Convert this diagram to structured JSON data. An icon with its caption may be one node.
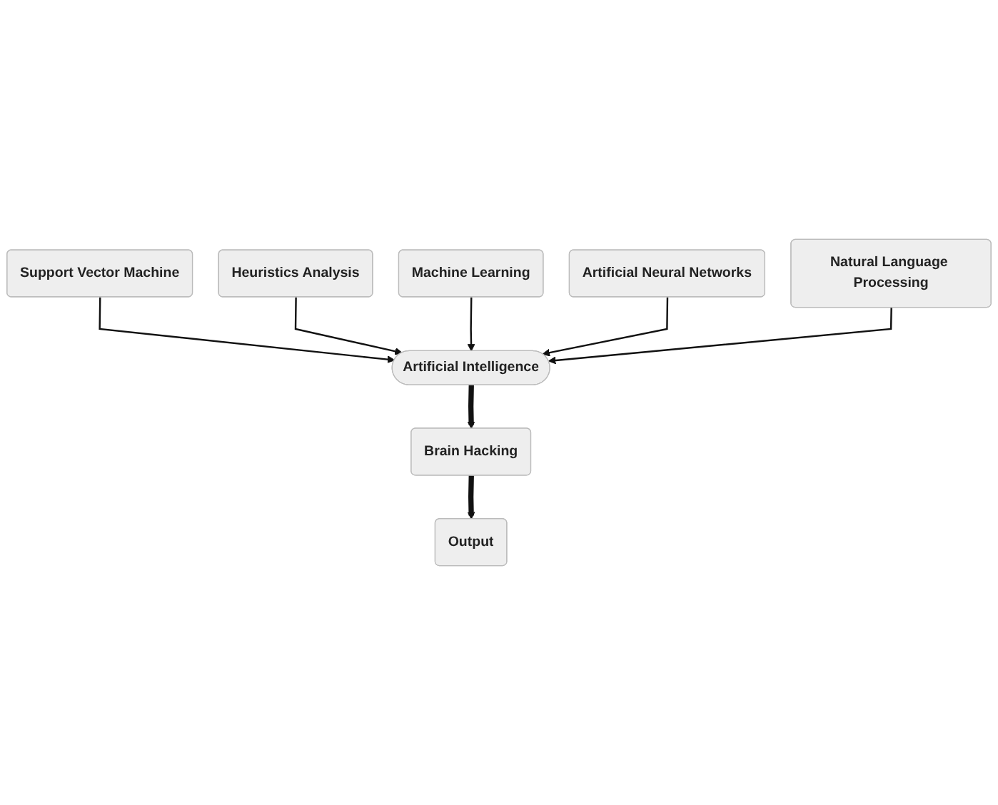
{
  "diagram": {
    "nodes": [
      {
        "text": [
          "Heuristics Analysis"
        ]
      },
      {
        "text": [
          "Support Vector Machine"
        ]
      },
      {
        "text": [
          "Machine Learning"
        ]
      },
      {
        "text": [
          "Artificial Neural Networks"
        ]
      },
      {
        "text": [
          "Artificial Intelligence"
        ]
      },
      {
        "text": [
          "Natural Language Processing"
        ]
      },
      {
        "text": [
          "Brain Hacking"
        ]
      },
      {
        "text": [
          "Output"
        ]
      }
    ],
    "edges": [
      {
        "from": 1,
        "to": 4,
        "arrow": "to"
      },
      {
        "from": 0,
        "to": 4,
        "arrow": "to"
      },
      {
        "from": 2,
        "to": 4,
        "arrow": "to"
      },
      {
        "from": 3,
        "to": 4,
        "arrow": "to"
      },
      {
        "from": 5,
        "to": 4,
        "arrow": "to"
      },
      {
        "from": 4,
        "to": 6,
        "arrow": "to",
        "style": "thick"
      },
      {
        "from": 6,
        "to": 7,
        "arrow": "to",
        "style": "thick"
      }
    ]
  }
}
